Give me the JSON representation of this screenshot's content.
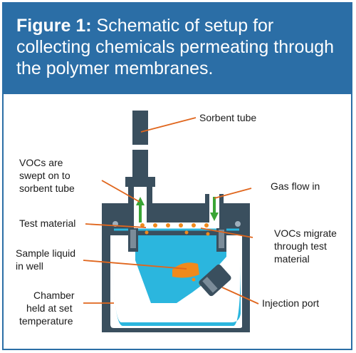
{
  "figure": {
    "label": "Figure 1:",
    "caption": " Schematic of setup for collecting chemicals permeating through the polymer membranes."
  },
  "labels": {
    "sorbent_tube": "Sorbent tube",
    "vocs_swept": [
      "VOCs are",
      "swept on to",
      "sorbent tube"
    ],
    "gas_flow_in": "Gas flow in",
    "test_material": "Test material",
    "vocs_migrate": [
      "VOCs migrate",
      "through test",
      "material"
    ],
    "sample_liquid": [
      "Sample liquid",
      "in well"
    ],
    "injection_port": "Injection port",
    "chamber": [
      "Chamber",
      "held at set",
      "temperature"
    ]
  },
  "colors": {
    "header": "#2b6ea6",
    "steel": "#3a4f5e",
    "liquid": "#2bb6de",
    "droplet": "#f08a1c",
    "arrow": "#3aa535",
    "leader": "#e0661d"
  }
}
